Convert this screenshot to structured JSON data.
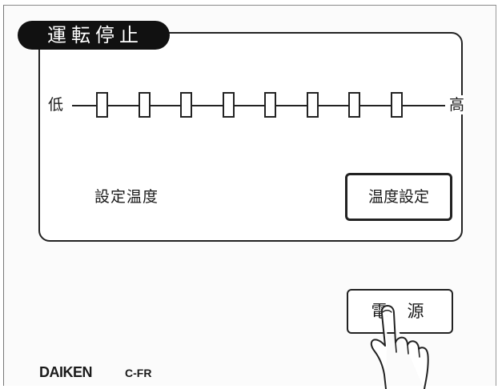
{
  "status": {
    "label": "運転停止"
  },
  "level_scale": {
    "low_label": "低",
    "high_label": "高",
    "segments": 8,
    "lit_segments": 0
  },
  "setting": {
    "label": "設定温度",
    "value": ""
  },
  "buttons": {
    "temperature_set": "温度設定",
    "power": "電源"
  },
  "footer": {
    "brand": "DAIKEN",
    "model": "C-FR"
  },
  "icons": {
    "pointer": "pointing-hand-icon"
  },
  "colors": {
    "status_tab_bg": "#111111",
    "status_tab_text": "#ffffff",
    "line": "#222222"
  }
}
